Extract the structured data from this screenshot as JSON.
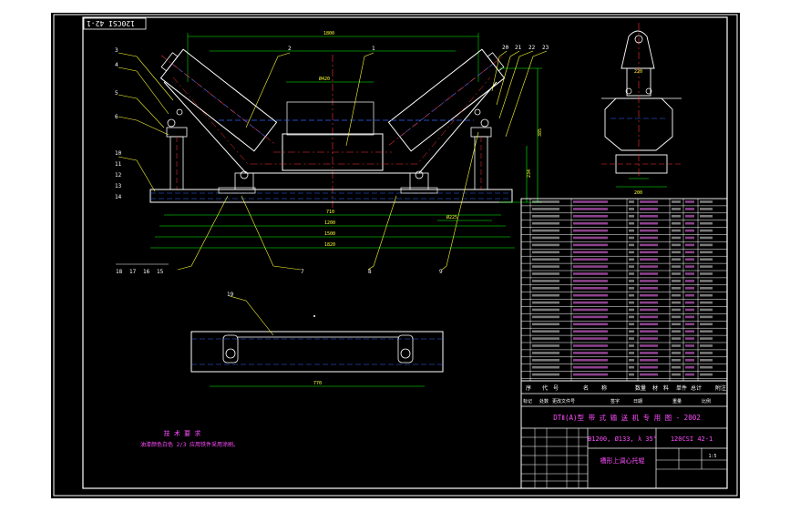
{
  "drawing": {
    "drawing_number_rotated": "120CSI 42-1",
    "tech_notes_title": "技 术 要 求",
    "tech_notes_line": "油漆颜色白色 2/3 应用铁件采用涂刷。",
    "title_block": {
      "product_title": "DTⅡ(A)型  带 式 输 送 机 专 用 图 - 2002",
      "spec": "B1200, Ø133, λ 35°",
      "drawing_no": "120CSI 42-1",
      "part_name": "槽形上调心托辊",
      "header_row_1": [
        "序",
        "代",
        "号",
        "名",
        "称",
        "数量",
        "材",
        "料",
        "单件",
        "总计",
        "附注"
      ],
      "header_row_2": [
        "标记",
        "处数",
        "更改文件号",
        "签字",
        "日期",
        "重量",
        "比例"
      ],
      "scale_label": "1:5"
    },
    "part_numbers_top": [
      "3",
      "4",
      "5",
      "6",
      "2",
      "1",
      "20",
      "21",
      "22",
      "23"
    ],
    "part_numbers_left": [
      "10",
      "11",
      "12",
      "13",
      "14"
    ],
    "part_numbers_bottom": [
      "18",
      "17",
      "16",
      "15",
      "7",
      "8",
      "9"
    ],
    "plan_view_label": "19",
    "colors": {
      "background": "#000000",
      "frame": "#ffffff",
      "geometry": "#ffffff",
      "dimension": "#00ff00",
      "centerline": "#ff3333",
      "hidden": "#3366ff",
      "leader": "#ffff33",
      "text_magenta": "#ff4dff"
    }
  }
}
